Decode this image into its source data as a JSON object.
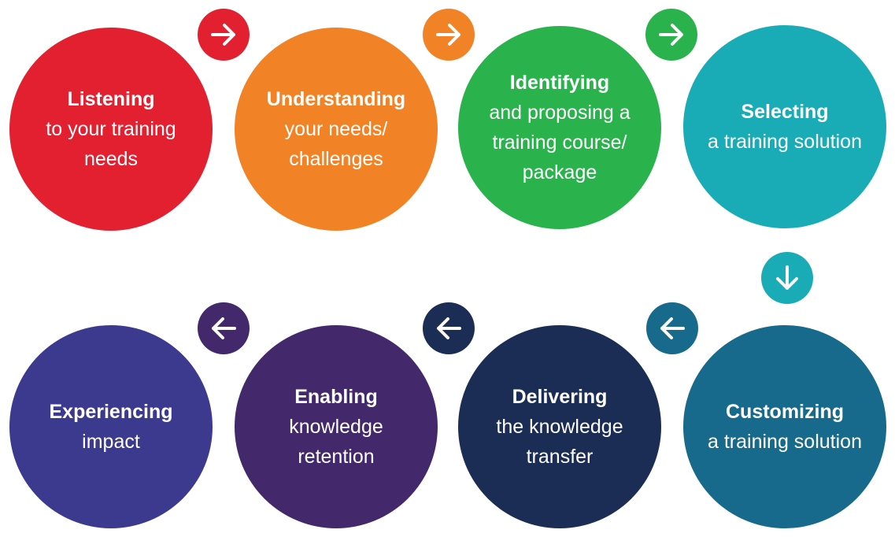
{
  "steps": [
    {
      "title": "Listening",
      "desc": "to your training\nneeds",
      "color": "#e3202f"
    },
    {
      "title": "Understanding",
      "desc": "your needs/\nchallenges",
      "color": "#f28226"
    },
    {
      "title": "Identifying",
      "desc": "and proposing a\ntraining course/\npackage",
      "color": "#2ab24c"
    },
    {
      "title": "Selecting",
      "desc": "a training solution",
      "color": "#1aacb6"
    },
    {
      "title": "Customizing",
      "desc": "a training solution",
      "color": "#176a8b"
    },
    {
      "title": "Delivering",
      "desc": "the knowledge\ntransfer",
      "color": "#1b2c55"
    },
    {
      "title": "Enabling",
      "desc": "knowledge\nretention",
      "color": "#43296c"
    },
    {
      "title": "Experiencing",
      "desc": "impact",
      "color": "#3c3a8e"
    }
  ],
  "arrows": [
    {
      "icon": "arrow-right-icon",
      "color": "#e3202f"
    },
    {
      "icon": "arrow-right-icon",
      "color": "#f28226"
    },
    {
      "icon": "arrow-right-icon",
      "color": "#2ab24c"
    },
    {
      "icon": "arrow-down-icon",
      "color": "#1aacb6"
    },
    {
      "icon": "arrow-left-icon",
      "color": "#176a8b"
    },
    {
      "icon": "arrow-left-icon",
      "color": "#1b2c55"
    },
    {
      "icon": "arrow-left-icon",
      "color": "#43296c"
    }
  ]
}
